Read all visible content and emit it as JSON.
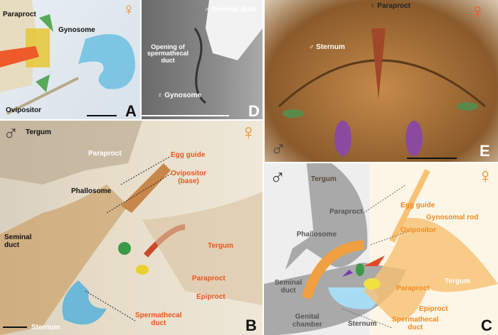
{
  "panels": {
    "A": {
      "letter": "A",
      "labels": {
        "paraproct": "Paraproct",
        "gynosome": "Gynosome",
        "ovipositor": "Ovipositor"
      },
      "sex_symbol": "♀"
    },
    "D": {
      "letter": "D",
      "labels": {
        "seminal_duct": "♂ Seminal duct",
        "opening": "Opening of\nspermathecal\nduct",
        "gynosome": "♀ Gynosome"
      }
    },
    "E": {
      "letter": "E",
      "labels": {
        "paraproct": "♀ Paraproct",
        "sternum": "♂ Sternum"
      },
      "male_symbol": "♂",
      "female_symbol": "♀"
    },
    "B": {
      "letter": "B",
      "male_symbol": "♂",
      "female_symbol": "♀",
      "labels": {
        "tergum_m": "Tergum",
        "paraproct_m": "Paraproct",
        "phallosome": "Phallosome",
        "seminal_duct": "Seminal\nduct",
        "sternum": "Sternum",
        "egg_guide": "Egg guide",
        "ovipositor_base": "Ovipositor\n(base)",
        "tergum_f": "Tergum",
        "paraproct_f": "Paraproct",
        "epiproct": "Epiproct",
        "spermathecal_duct": "Spermathecal\nduct"
      }
    },
    "C": {
      "letter": "C",
      "male_symbol": "♂",
      "female_symbol": "♀",
      "labels": {
        "tergum_m": "Tergum",
        "paraproct_m": "Paraproct",
        "phallosome": "Phallosome",
        "seminal_duct": "Seminal\nduct",
        "genital_chamber": "Genital\nchamber",
        "sternum": "Sternum",
        "egg_guide": "Egg guide",
        "gynosomal_rod": "Gynosomal rod",
        "ovipositor": "Ovipositor",
        "tergum_f": "Tergum",
        "paraproct_f": "Paraproct",
        "epiproct": "Epiproct",
        "spermathecal_duct": "Spermathecal\nduct"
      }
    }
  },
  "colors": {
    "female": "#f28a1e",
    "male": "#333333"
  }
}
